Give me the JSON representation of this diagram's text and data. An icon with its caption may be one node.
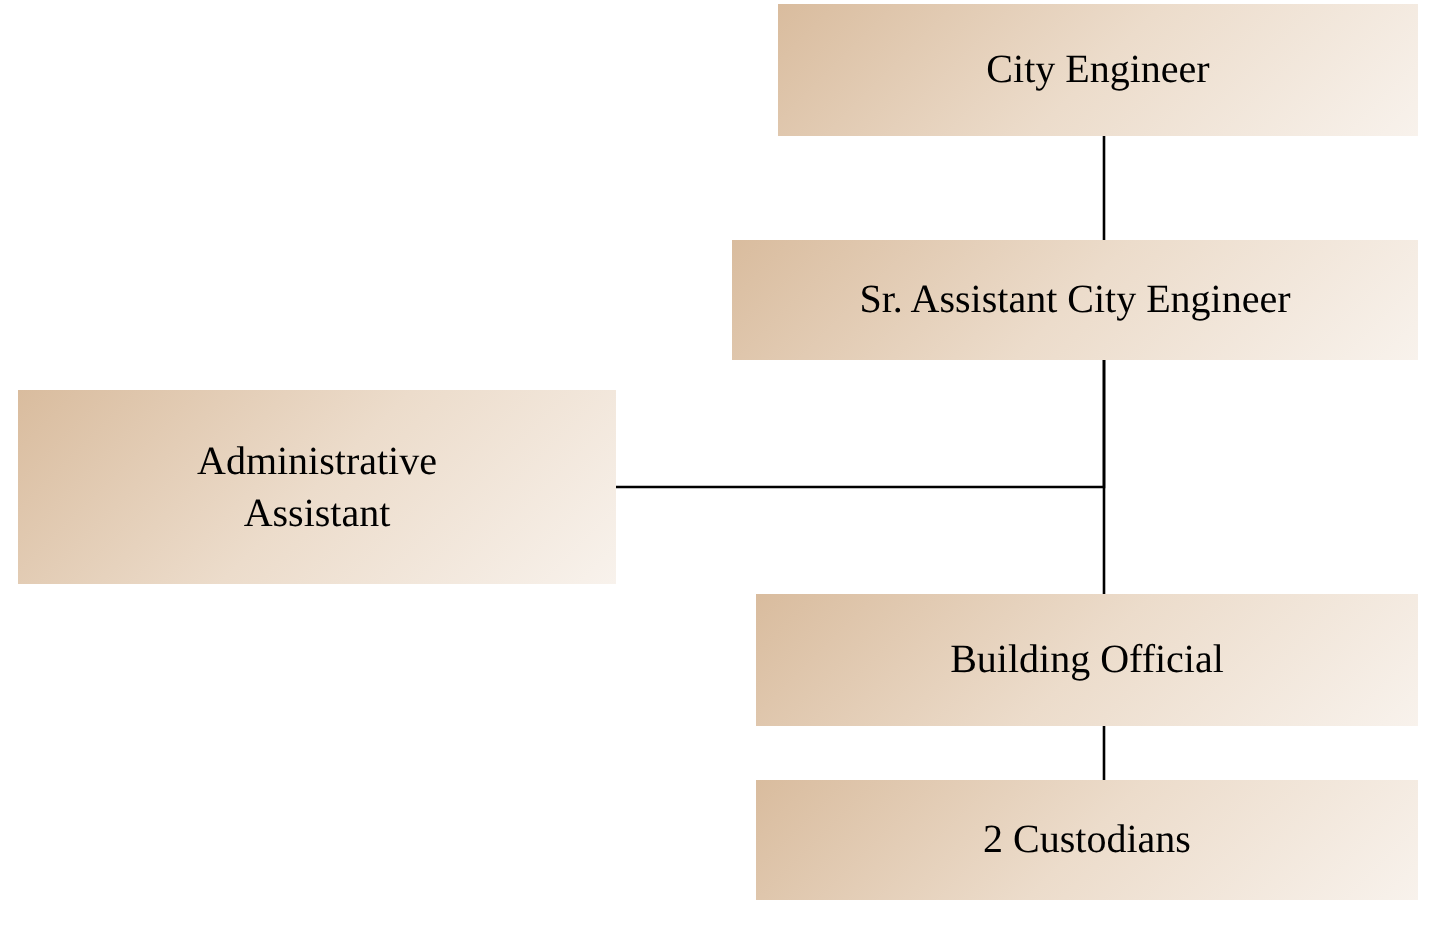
{
  "diagram": {
    "nodes": [
      {
        "text": [
          "City Engineer"
        ]
      },
      {
        "text": [
          "Sr. Assistant City Engineer"
        ]
      },
      {
        "text": [
          "Administrative Assistant"
        ]
      },
      {
        "text": [
          "Building Official"
        ]
      },
      {
        "text": [
          "2 Custodians"
        ]
      }
    ],
    "edges": [
      {
        "from": 0,
        "to": 1,
        "arrow": "none"
      },
      {
        "from": 1,
        "to": 2,
        "arrow": "none"
      },
      {
        "from": 1,
        "to": 3,
        "arrow": "none"
      },
      {
        "from": 3,
        "to": 4,
        "arrow": "none"
      }
    ]
  }
}
